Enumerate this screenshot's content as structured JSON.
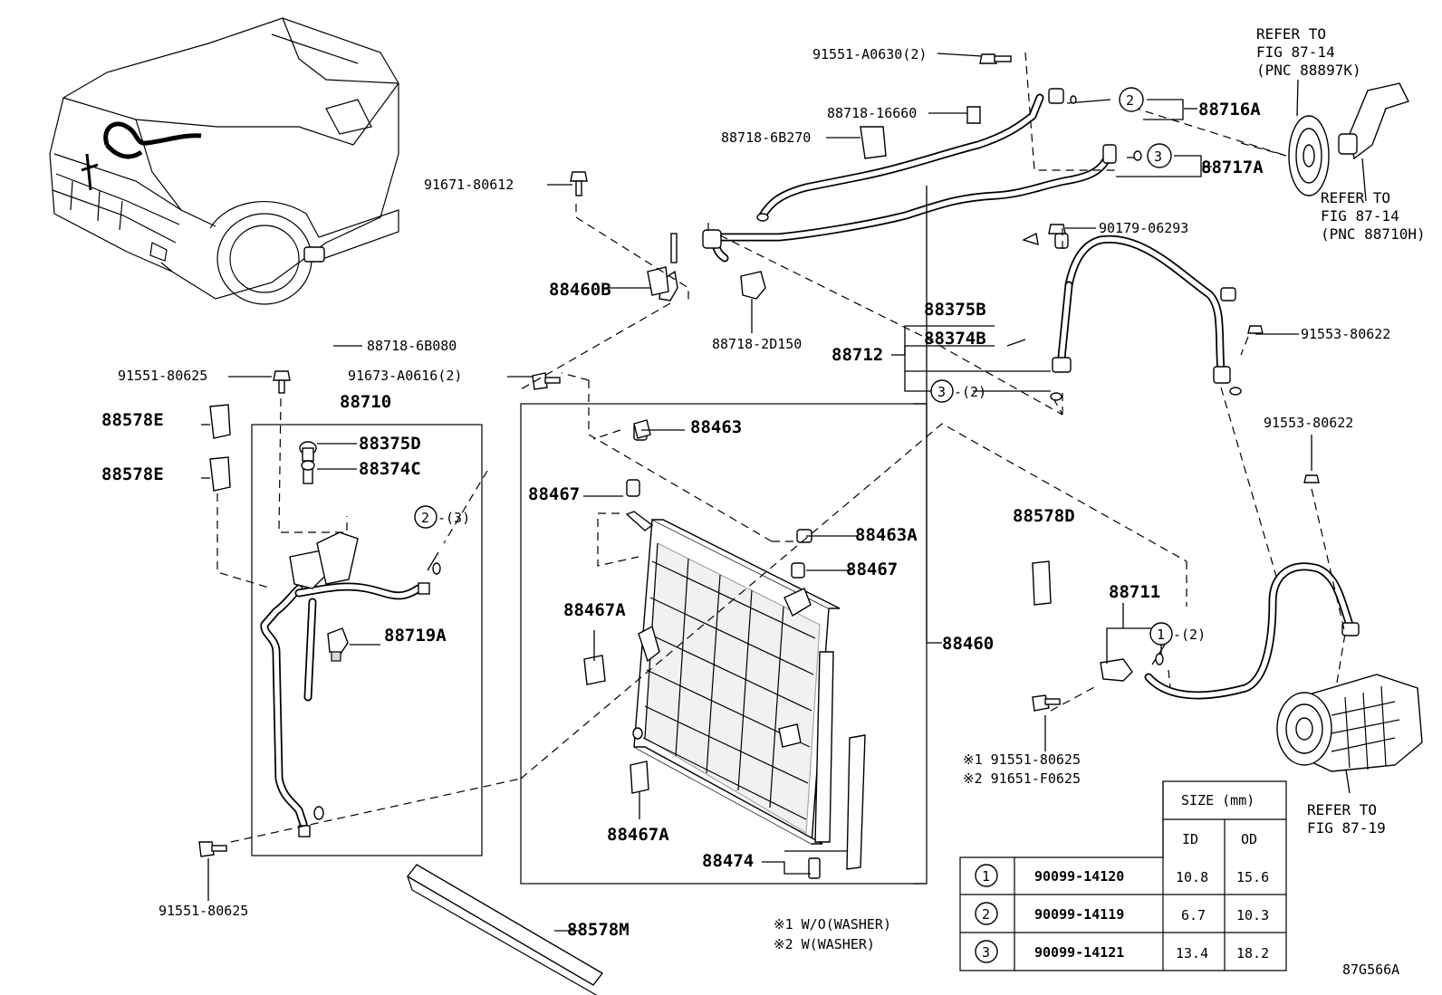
{
  "diagram_id": "87G566A",
  "parts": {
    "p91551_A0630": "91551-A0630(2)",
    "p88718_16660": "88718-16660",
    "p88718_6B270": "88718-6B270",
    "p91671_80612": "91671-80612",
    "p88716A": "88716A",
    "p88717A": "88717A",
    "p90179_06293": "90179-06293",
    "p88460B": "88460B",
    "p88718_2D150": "88718-2D150",
    "p88375B": "88375B",
    "p88374B": "88374B",
    "p88712": "88712",
    "p91553_80622_a": "91553-80622",
    "p91553_80622_b": "91553-80622",
    "p88718_6B080": "88718-6B080",
    "p91551_80625_top": "91551-80625",
    "p91673_A0616": "91673-A0616(2)",
    "p88710": "88710",
    "p88578E_1": "88578E",
    "p88578E_2": "88578E",
    "p88375D": "88375D",
    "p88374C": "88374C",
    "p88719A": "88719A",
    "p88463": "88463",
    "p88467_a": "88467",
    "p88467_b": "88467",
    "p88463A": "88463A",
    "p88467A_a": "88467A",
    "p88467A_b": "88467A",
    "p88460": "88460",
    "p88474": "88474",
    "p88578D": "88578D",
    "p88711": "88711",
    "p91551_80625_bottom": "91551-80625",
    "p88578M": "88578M",
    "note1_pn": "※1 91551-80625",
    "note2_pn": "※2 91651-F0625"
  },
  "qty": {
    "q1": "-(2)",
    "q2": "-(3)",
    "q3": "-(2)"
  },
  "circles": {
    "c1": "1",
    "c2": "2",
    "c3": "3"
  },
  "refer": {
    "r1": [
      "REFER TO",
      "FIG 87-14",
      "(PNC 88897K)"
    ],
    "r2": [
      "REFER TO",
      "FIG 87-14",
      "(PNC 88710H)"
    ],
    "r3": [
      "REFER TO",
      "FIG 87-19"
    ]
  },
  "footnotes": {
    "f1": "※1 W/O(WASHER)",
    "f2": "※2 W(WASHER)"
  },
  "size_table": {
    "title": "SIZE (mm)",
    "col_id": "ID",
    "col_od": "OD",
    "rows": [
      {
        "no": "1",
        "part": "90099-14120",
        "id": "10.8",
        "od": "15.6"
      },
      {
        "no": "2",
        "part": "90099-14119",
        "id": "6.7",
        "od": "10.3"
      },
      {
        "no": "3",
        "part": "90099-14121",
        "id": "13.4",
        "od": "18.2"
      }
    ]
  }
}
